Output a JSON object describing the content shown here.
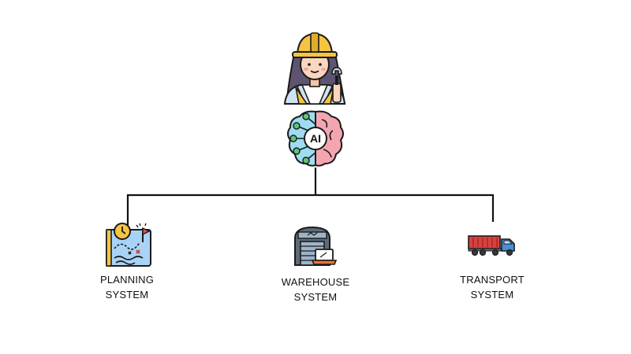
{
  "diagram": {
    "root_icons": [
      "engineer-worker-icon",
      "ai-brain-icon"
    ],
    "ai_badge": "AI",
    "nodes": [
      {
        "icon": "planning-map-icon",
        "line1": "PLANNING",
        "line2": "SYSTEM"
      },
      {
        "icon": "warehouse-icon",
        "line1": "WAREHOUSE",
        "line2": "SYSTEM"
      },
      {
        "icon": "truck-icon",
        "line1": "TRANSPORT",
        "line2": "SYSTEM"
      }
    ]
  }
}
